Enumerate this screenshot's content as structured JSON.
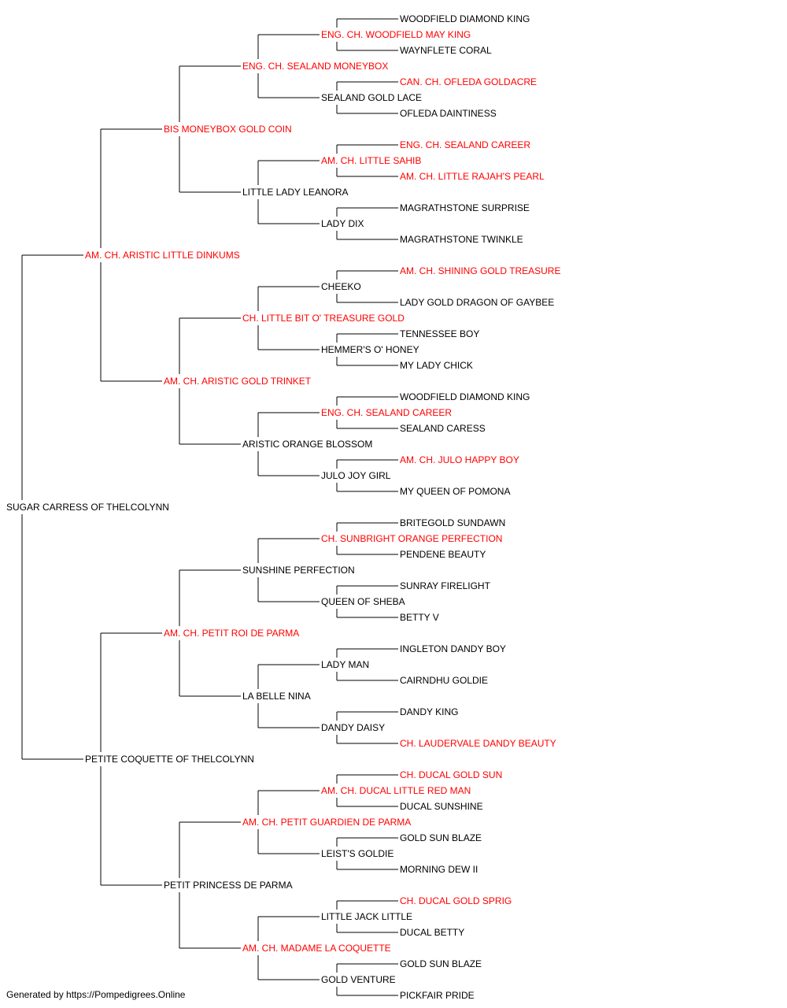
{
  "colors": {
    "champion": "#ff0000",
    "normal": "#000000",
    "line": "#000000"
  },
  "footer": "Generated by https://Pompedigrees.Online",
  "pedigree": {
    "name": "SUGAR CARRESS OF THELCOLYNN",
    "champion": false,
    "sire": {
      "name": "AM. CH. ARISTIC LITTLE DINKUMS",
      "champion": true,
      "sire": {
        "name": "BIS MONEYBOX GOLD COIN",
        "champion": true,
        "sire": {
          "name": "ENG. CH. SEALAND MONEYBOX",
          "champion": true,
          "sire": {
            "name": "ENG. CH. WOODFIELD MAY KING",
            "champion": true,
            "sire": {
              "name": "WOODFIELD DIAMOND KING",
              "champion": false
            },
            "dam": {
              "name": "WAYNFLETE CORAL",
              "champion": false
            }
          },
          "dam": {
            "name": "SEALAND GOLD LACE",
            "champion": false,
            "sire": {
              "name": "CAN. CH. OFLEDA GOLDACRE",
              "champion": true
            },
            "dam": {
              "name": "OFLEDA DAINTINESS",
              "champion": false
            }
          }
        },
        "dam": {
          "name": "LITTLE LADY LEANORA",
          "champion": false,
          "sire": {
            "name": "AM. CH. LITTLE SAHIB",
            "champion": true,
            "sire": {
              "name": "ENG. CH. SEALAND CAREER",
              "champion": true
            },
            "dam": {
              "name": "AM. CH. LITTLE RAJAH'S PEARL",
              "champion": true
            }
          },
          "dam": {
            "name": "LADY DIX",
            "champion": false,
            "sire": {
              "name": "MAGRATHSTONE SURPRISE",
              "champion": false
            },
            "dam": {
              "name": "MAGRATHSTONE TWINKLE",
              "champion": false
            }
          }
        }
      },
      "dam": {
        "name": "AM. CH. ARISTIC GOLD TRINKET",
        "champion": true,
        "sire": {
          "name": "CH. LITTLE BIT O' TREASURE GOLD",
          "champion": true,
          "sire": {
            "name": "CHEEKO",
            "champion": false,
            "sire": {
              "name": "AM. CH. SHINING GOLD TREASURE",
              "champion": true
            },
            "dam": {
              "name": "LADY GOLD DRAGON OF GAYBEE",
              "champion": false
            }
          },
          "dam": {
            "name": "HEMMER'S O' HONEY",
            "champion": false,
            "sire": {
              "name": "TENNESSEE BOY",
              "champion": false
            },
            "dam": {
              "name": "MY LADY CHICK",
              "champion": false
            }
          }
        },
        "dam": {
          "name": "ARISTIC ORANGE BLOSSOM",
          "champion": false,
          "sire": {
            "name": "ENG. CH. SEALAND CAREER",
            "champion": true,
            "sire": {
              "name": "WOODFIELD DIAMOND KING",
              "champion": false
            },
            "dam": {
              "name": "SEALAND CARESS",
              "champion": false
            }
          },
          "dam": {
            "name": "JULO JOY GIRL",
            "champion": false,
            "sire": {
              "name": "AM. CH. JULO HAPPY BOY",
              "champion": true
            },
            "dam": {
              "name": "MY QUEEN OF POMONA",
              "champion": false
            }
          }
        }
      }
    },
    "dam": {
      "name": "PETITE COQUETTE OF THELCOLYNN",
      "champion": false,
      "sire": {
        "name": "AM. CH. PETIT ROI DE PARMA",
        "champion": true,
        "sire": {
          "name": "SUNSHINE PERFECTION",
          "champion": false,
          "sire": {
            "name": "CH. SUNBRIGHT ORANGE PERFECTION",
            "champion": true,
            "sire": {
              "name": "BRITEGOLD SUNDAWN",
              "champion": false
            },
            "dam": {
              "name": "PENDENE BEAUTY",
              "champion": false
            }
          },
          "dam": {
            "name": "QUEEN OF SHEBA",
            "champion": false,
            "sire": {
              "name": "SUNRAY FIRELIGHT",
              "champion": false
            },
            "dam": {
              "name": "BETTY V",
              "champion": false
            }
          }
        },
        "dam": {
          "name": "LA BELLE NINA",
          "champion": false,
          "sire": {
            "name": "LADY MAN",
            "champion": false,
            "sire": {
              "name": "INGLETON DANDY BOY",
              "champion": false
            },
            "dam": {
              "name": "CAIRNDHU GOLDIE",
              "champion": false
            }
          },
          "dam": {
            "name": "DANDY DAISY",
            "champion": false,
            "sire": {
              "name": "DANDY KING",
              "champion": false
            },
            "dam": {
              "name": "CH. LAUDERVALE DANDY BEAUTY",
              "champion": true
            }
          }
        }
      },
      "dam": {
        "name": "PETIT PRINCESS DE PARMA",
        "champion": false,
        "sire": {
          "name": "AM. CH. PETIT GUARDIEN DE PARMA",
          "champion": true,
          "sire": {
            "name": "AM. CH. DUCAL LITTLE RED MAN",
            "champion": true,
            "sire": {
              "name": "CH. DUCAL GOLD SUN",
              "champion": true
            },
            "dam": {
              "name": "DUCAL SUNSHINE",
              "champion": false
            }
          },
          "dam": {
            "name": "LEIST'S GOLDIE",
            "champion": false,
            "sire": {
              "name": "GOLD SUN BLAZE",
              "champion": false
            },
            "dam": {
              "name": "MORNING DEW II",
              "champion": false
            }
          }
        },
        "dam": {
          "name": "AM. CH. MADAME LA COQUETTE",
          "champion": true,
          "sire": {
            "name": "LITTLE JACK LITTLE",
            "champion": false,
            "sire": {
              "name": "CH. DUCAL GOLD SPRIG",
              "champion": true
            },
            "dam": {
              "name": "DUCAL BETTY",
              "champion": false
            }
          },
          "dam": {
            "name": "GOLD VENTURE",
            "champion": false,
            "sire": {
              "name": "GOLD SUN BLAZE",
              "champion": false
            },
            "dam": {
              "name": "PICKFAIR PRIDE",
              "champion": false
            }
          }
        }
      }
    }
  }
}
